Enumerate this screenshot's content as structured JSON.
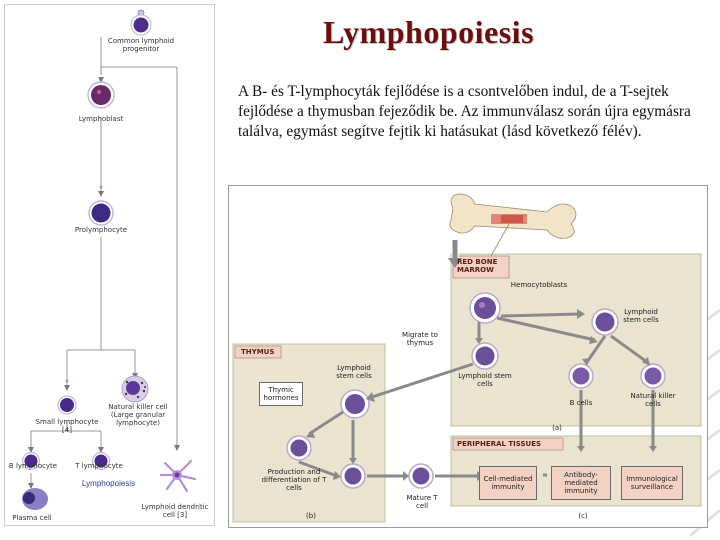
{
  "slide": {
    "title": "Lymphopoiesis",
    "body": "A B- és T-lymphocyták fejlődése is a csontvelőben indul, de a T-sejtek fejlődése a thymusban fejeződik be. Az immunválasz során újra egymásra találva, egymást segítve fejtik ki hatásukat (lásd következő félév)."
  },
  "left_diagram": {
    "common_progenitor": "Common lymphoid progenitor",
    "lymphoblast": "Lymphoblast",
    "prolymphocyte": "Prolymphocyte",
    "nk_cell": "Natural killer cell (Large granular lymphocyte)",
    "small_lymphocyte": "Small lymphocyte [4]",
    "b_lymphocyte": "B lymphocyte",
    "t_lymphocyte": "T lymphocyte",
    "caption": "Lymphopoiesis",
    "plasma_cell": "Plasma cell",
    "dendritic_cell": "Lymphoid dendritic cell [3]"
  },
  "right_figure": {
    "red_bone_marrow": "RED BONE MARROW",
    "hemocytoblasts": "Hemocytoblasts",
    "lymphoid_stem_cells_top": "Lymphoid stem cells",
    "migrate_to_thymus": "Migrate to thymus",
    "lymphoid_stem_cells_mid": "Lymphoid stem cells",
    "thymus": "THYMUS",
    "lymphoid_stem_cells_thymus": "Lymphoid stem cells",
    "thymic_hormones": "Thymic hormones",
    "b_cells": "B cells",
    "nk_cells": "Natural killer cells",
    "label_a": "(a)",
    "peripheral_tissues": "PERIPHERAL TISSUES",
    "production": "Production and differentiation of T cells",
    "mature_t_cell": "Mature T cell",
    "cell_mediated": "Cell-mediated immunity",
    "antibody_mediated": "Antibody-mediated immunity",
    "surveillance": "Immunological surveillance",
    "label_b": "(b)",
    "label_c": "(c)"
  },
  "colors": {
    "title": "#6b1010",
    "box_fill": "#e9e3cf",
    "tissue_box": "#f3d2c4",
    "cell_purple": "#5a3a96",
    "dendritic": "#b48fd6"
  }
}
